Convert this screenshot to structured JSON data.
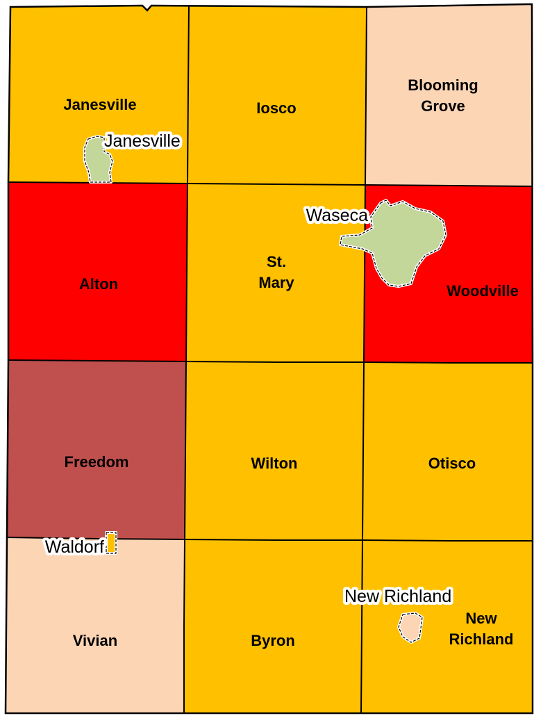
{
  "colors": {
    "level_low": "#fcd5b5",
    "level_mid": "#ffc000",
    "level_high": "#ff0000",
    "level_top": "#c0504d",
    "city_fill": "#c4d79b",
    "line": "#000000"
  },
  "townships": [
    {
      "id": "janesville",
      "label": "Janesville",
      "level": "mid"
    },
    {
      "id": "iosco",
      "label": "Iosco",
      "level": "mid"
    },
    {
      "id": "blooming-grove",
      "label": "Blooming\nGrove",
      "level": "low"
    },
    {
      "id": "alton",
      "label": "Alton",
      "level": "high"
    },
    {
      "id": "st-mary",
      "label": "St.\nMary",
      "level": "mid"
    },
    {
      "id": "woodville",
      "label": "Woodville",
      "level": "high"
    },
    {
      "id": "freedom",
      "label": "Freedom",
      "level": "top"
    },
    {
      "id": "wilton",
      "label": "Wilton",
      "level": "mid"
    },
    {
      "id": "otisco",
      "label": "Otisco",
      "level": "mid"
    },
    {
      "id": "vivian",
      "label": "Vivian",
      "level": "low"
    },
    {
      "id": "byron",
      "label": "Byron",
      "level": "mid"
    },
    {
      "id": "new-richland-twp",
      "label": "New\nRichland",
      "level": "mid"
    }
  ],
  "cities": [
    {
      "id": "janesville-city",
      "label": "Janesville",
      "level": "city"
    },
    {
      "id": "waseca-city",
      "label": "Waseca",
      "level": "city"
    },
    {
      "id": "waldorf-city",
      "label": "Waldorf",
      "level": "mid"
    },
    {
      "id": "new-richland-city",
      "label": "New Richland",
      "level": "low"
    }
  ]
}
